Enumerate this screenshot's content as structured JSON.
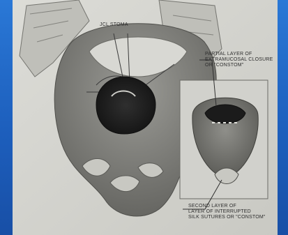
{
  "figure": {
    "annotations": {
      "top": "JCL STOMA",
      "right": "PARTIAL LAYER OF\nEXTRAMUCOSAL CLOSURE\nOR \"CONSTOM\"",
      "bottom": "SECOND LAYER OF\nLAYER OF INTERRUPTED\nSILK SUTURES OR \"CONSTOM\""
    }
  }
}
